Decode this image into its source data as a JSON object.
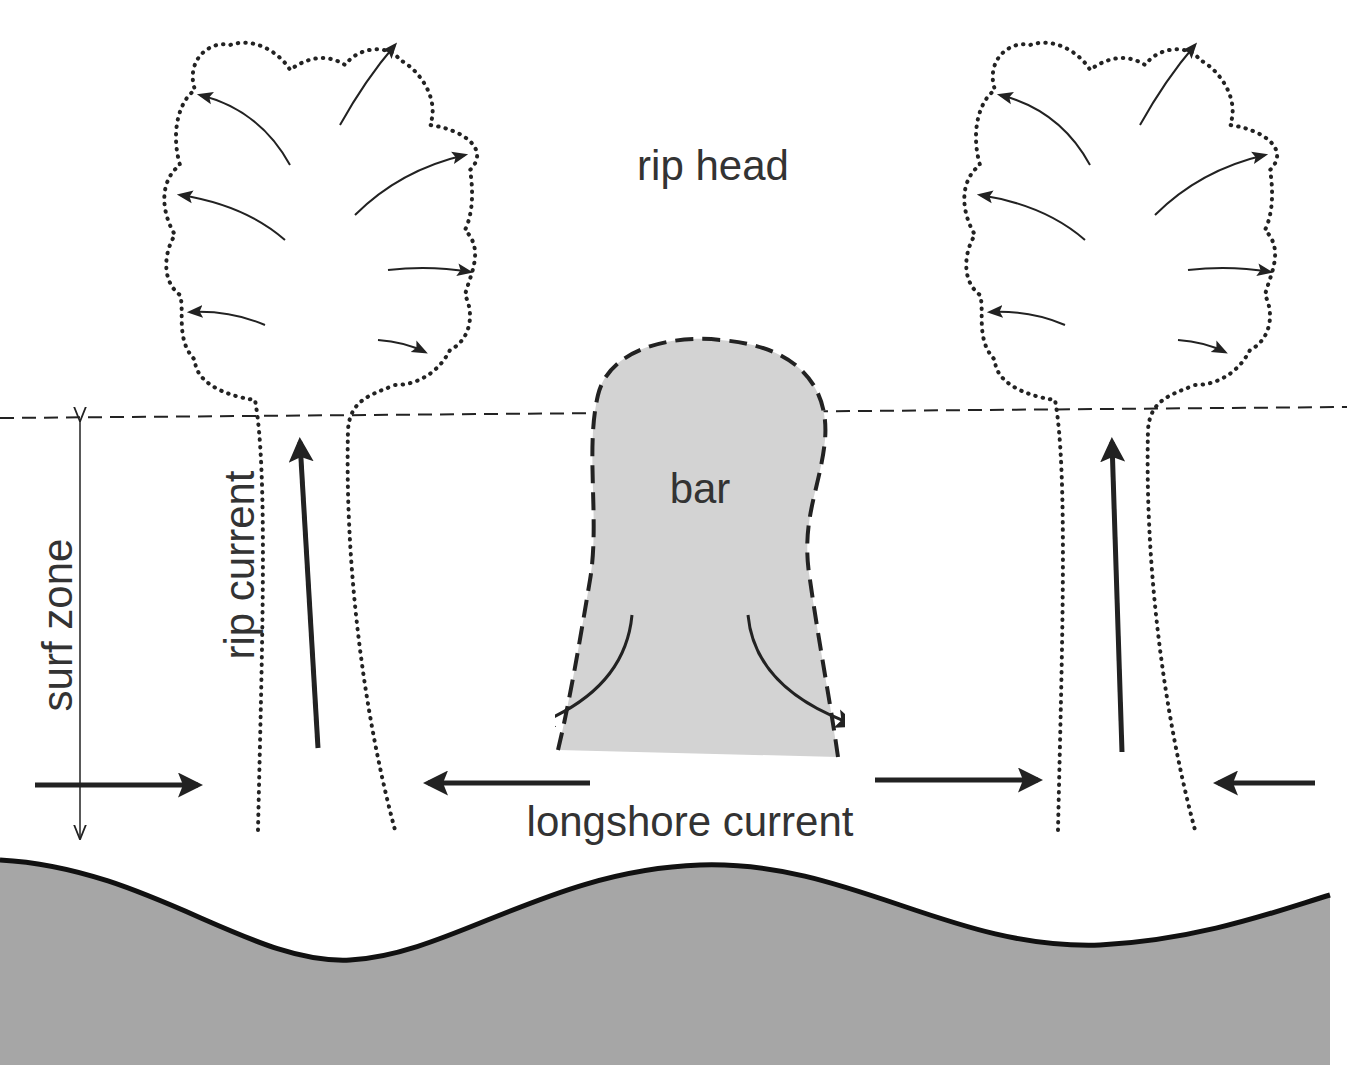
{
  "diagram": {
    "nodes": [
      {
        "text": [
          "bar"
        ]
      }
    ],
    "edges": [],
    "labels": [
      "rip head",
      "surf zone",
      "rip current",
      "longshore current"
    ]
  }
}
